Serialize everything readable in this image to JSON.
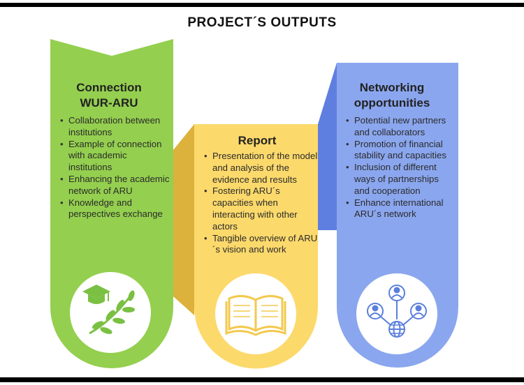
{
  "title": "PROJECT´S OUTPUTS",
  "colors": {
    "green": "#94cf4f",
    "green_dark": "#7eb63d",
    "yellow": "#fcd96b",
    "yellow_dark": "#dcb13c",
    "blue": "#8aa6ee",
    "blue_dark": "#5f7fe0",
    "icon_green": "#7ac043",
    "icon_yellow": "#f3c94e",
    "icon_blue": "#5a7fdc"
  },
  "columns": [
    {
      "heading": [
        "Connection",
        "WUR-ARU"
      ],
      "items": [
        "Collaboration between institutions",
        "Example of connection with academic institutions",
        "Enhancing the academic network of ARU",
        "Knowledge and perspectives exchange"
      ],
      "icon": "graduation-cap-laurel-icon"
    },
    {
      "heading": [
        "Report"
      ],
      "items": [
        "Presentation of the model and analysis of the evidence and results",
        "Fostering ARU´s capacities when interacting with other actors",
        "Tangible overview of ARU´s vision and work"
      ],
      "icon": "open-book-icon"
    },
    {
      "heading": [
        "Networking",
        "opportunities"
      ],
      "items": [
        "Potential new partners and collaborators",
        "Promotion of financial stability and capacities",
        "Inclusion of different ways of partnerships and cooperation",
        "Enhance international ARU´s network"
      ],
      "icon": "people-network-globe-icon"
    }
  ]
}
